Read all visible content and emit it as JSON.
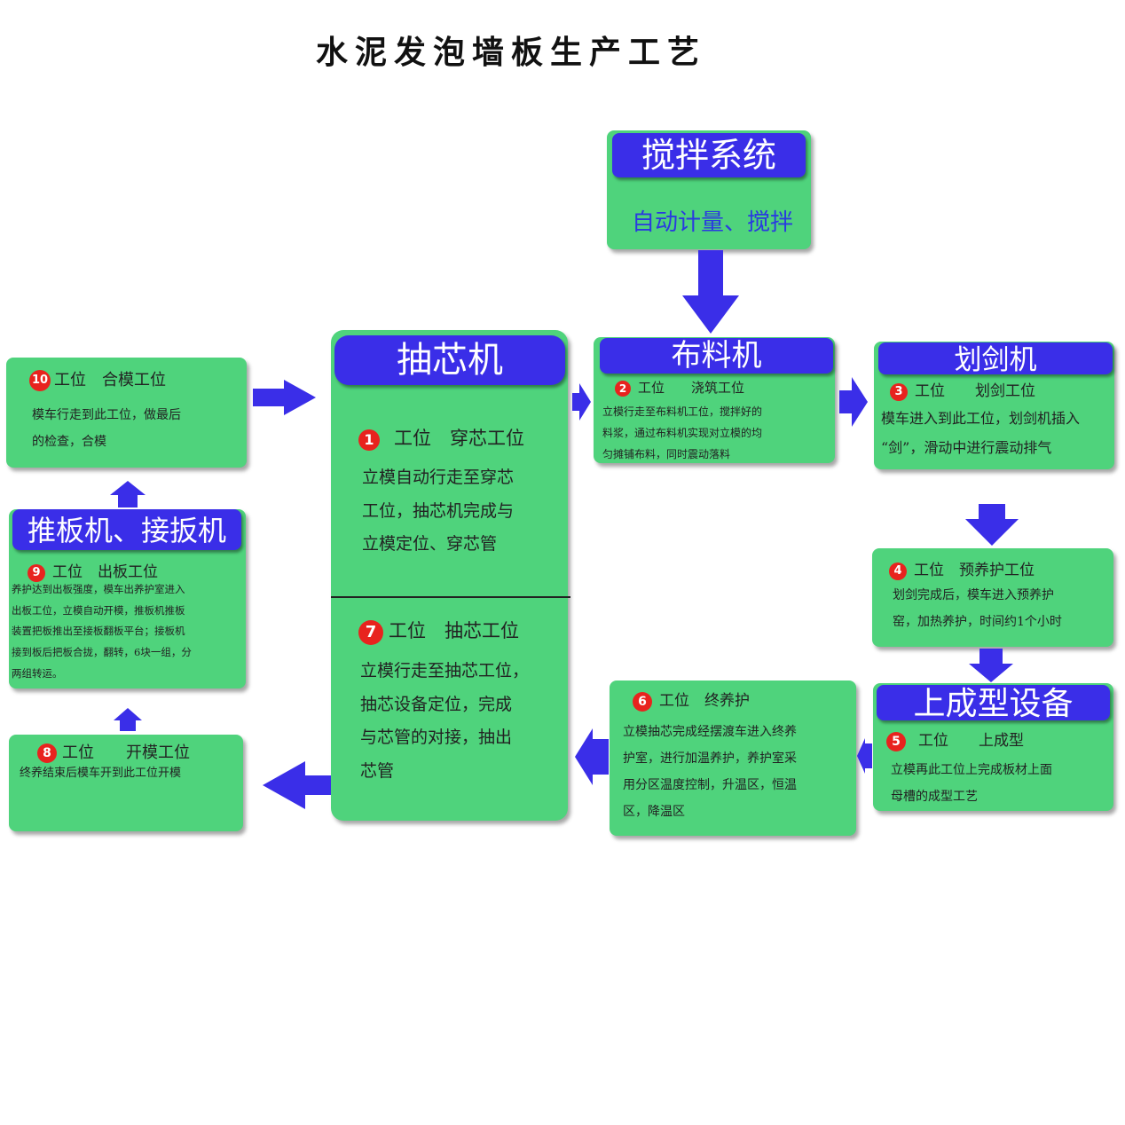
{
  "title": "水泥发泡墙板生产工艺",
  "colors": {
    "box_fill": "#4fd37c",
    "header_fill": "#3a2ee8",
    "arrow": "#3a2ee8",
    "number_badge": "#e8231e"
  },
  "mixing": {
    "header": "搅拌系统",
    "sub": "自动计量、搅拌"
  },
  "core_puller": {
    "header": "抽芯机"
  },
  "s1": {
    "num": "1",
    "title": "工位　穿芯工位",
    "lines": [
      "立模自动行走至穿芯",
      "工位，抽芯机完成与",
      "立模定位、穿芯管"
    ]
  },
  "s7": {
    "num": "7",
    "title": "工位　抽芯工位",
    "lines": [
      "立模行走至抽芯工位，",
      "抽芯设备定位，完成",
      "与芯管的对接，抽出",
      "芯管"
    ]
  },
  "s2": {
    "header": "布料机",
    "num": "2",
    "title": "工位　　浇筑工位",
    "lines": [
      "立模行走至布料机工位，搅拌好的",
      "料浆，通过布料机实现对立模的均",
      "匀摊铺布料，同时震动落料"
    ]
  },
  "s3": {
    "header": "划剑机",
    "num": "3",
    "title": "工位　　划剑工位",
    "lines": [
      "模车进入到此工位，划剑机插入",
      "“剑”，滑动中进行震动排气"
    ]
  },
  "s4": {
    "num": "4",
    "title": "工位　预养护工位",
    "lines": [
      "划剑完成后，模车进入预养护",
      "窑，加热养护，时间约1个小时"
    ]
  },
  "s5": {
    "header": "上成型设备",
    "num": "5",
    "title": "工位　　上成型",
    "lines": [
      "立模再此工位上完成板材上面",
      "母槽的成型工艺"
    ]
  },
  "s6": {
    "num": "6",
    "title": "工位　终养护",
    "lines": [
      "立模抽芯完成经摆渡车进入终养",
      "护室，进行加温养护，养护室采",
      "用分区温度控制，升温区，恒温",
      "区，降温区"
    ]
  },
  "s8": {
    "num": "8",
    "title": "工位　　开模工位",
    "lines": [
      "终养结束后模车开到此工位开模"
    ]
  },
  "s9": {
    "header": "推板机、接扳机",
    "num": "9",
    "title": "工位　出板工位",
    "lines": [
      "养护达到出板强度，模车出养护室进入",
      "出板工位，立模自动开模，推板机推板",
      "装置把板推出至接板翻板平台；接板机",
      "接到板后把板合拢，翻转，6块一组，分",
      "两组转运。"
    ]
  },
  "s10": {
    "num": "10",
    "title": "工位　合模工位",
    "lines": [
      "模车行走到此工位，做最后",
      "的检查，合模"
    ]
  }
}
